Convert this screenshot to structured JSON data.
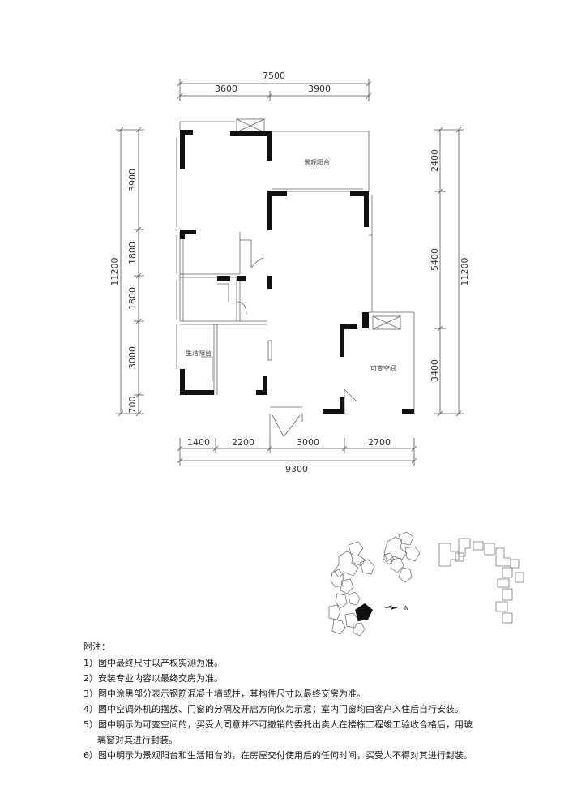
{
  "dimensions": {
    "top_total": "7500",
    "top_left": "3600",
    "top_right": "3900",
    "left_total": "11200",
    "left_segments": [
      "3900",
      "1800",
      "1800",
      "3000",
      "700"
    ],
    "right_total": "11200",
    "right_segments": [
      "2400",
      "5400",
      "3400"
    ],
    "bottom_total": "9300",
    "bottom_segments": [
      "1400",
      "2200",
      "3000",
      "2700"
    ]
  },
  "rooms": {
    "view_balcony": "景观阳台",
    "living_balcony": "生活阳台",
    "flexible_space": "可变空间"
  },
  "site_plan": {
    "north_label": "N"
  },
  "notes": {
    "title": "附注：",
    "items": [
      "1）图中最终尺寸以产权实测为准。",
      "2）安装专业内容以最终交房为准。",
      "3）图中涂黑部分表示钢筋混凝土墙或柱，其构件尺寸以最终交房为准。",
      "4）图中空调外机的摆放、门窗的分隔及开启方向仅为示意；室内门窗均由客户入住后自行安装。",
      "5）图中明示为可变空间的，买受人同意并不可撤销的委托出卖人在楼栋工程竣工验收合格后，用玻",
      "6）图中明示为景观阳台和生活阳台的，在房屋交付使用后的任何时间，买受人不得对其进行封装。"
    ],
    "item5_continuation": "璃窗对其进行封装。"
  }
}
